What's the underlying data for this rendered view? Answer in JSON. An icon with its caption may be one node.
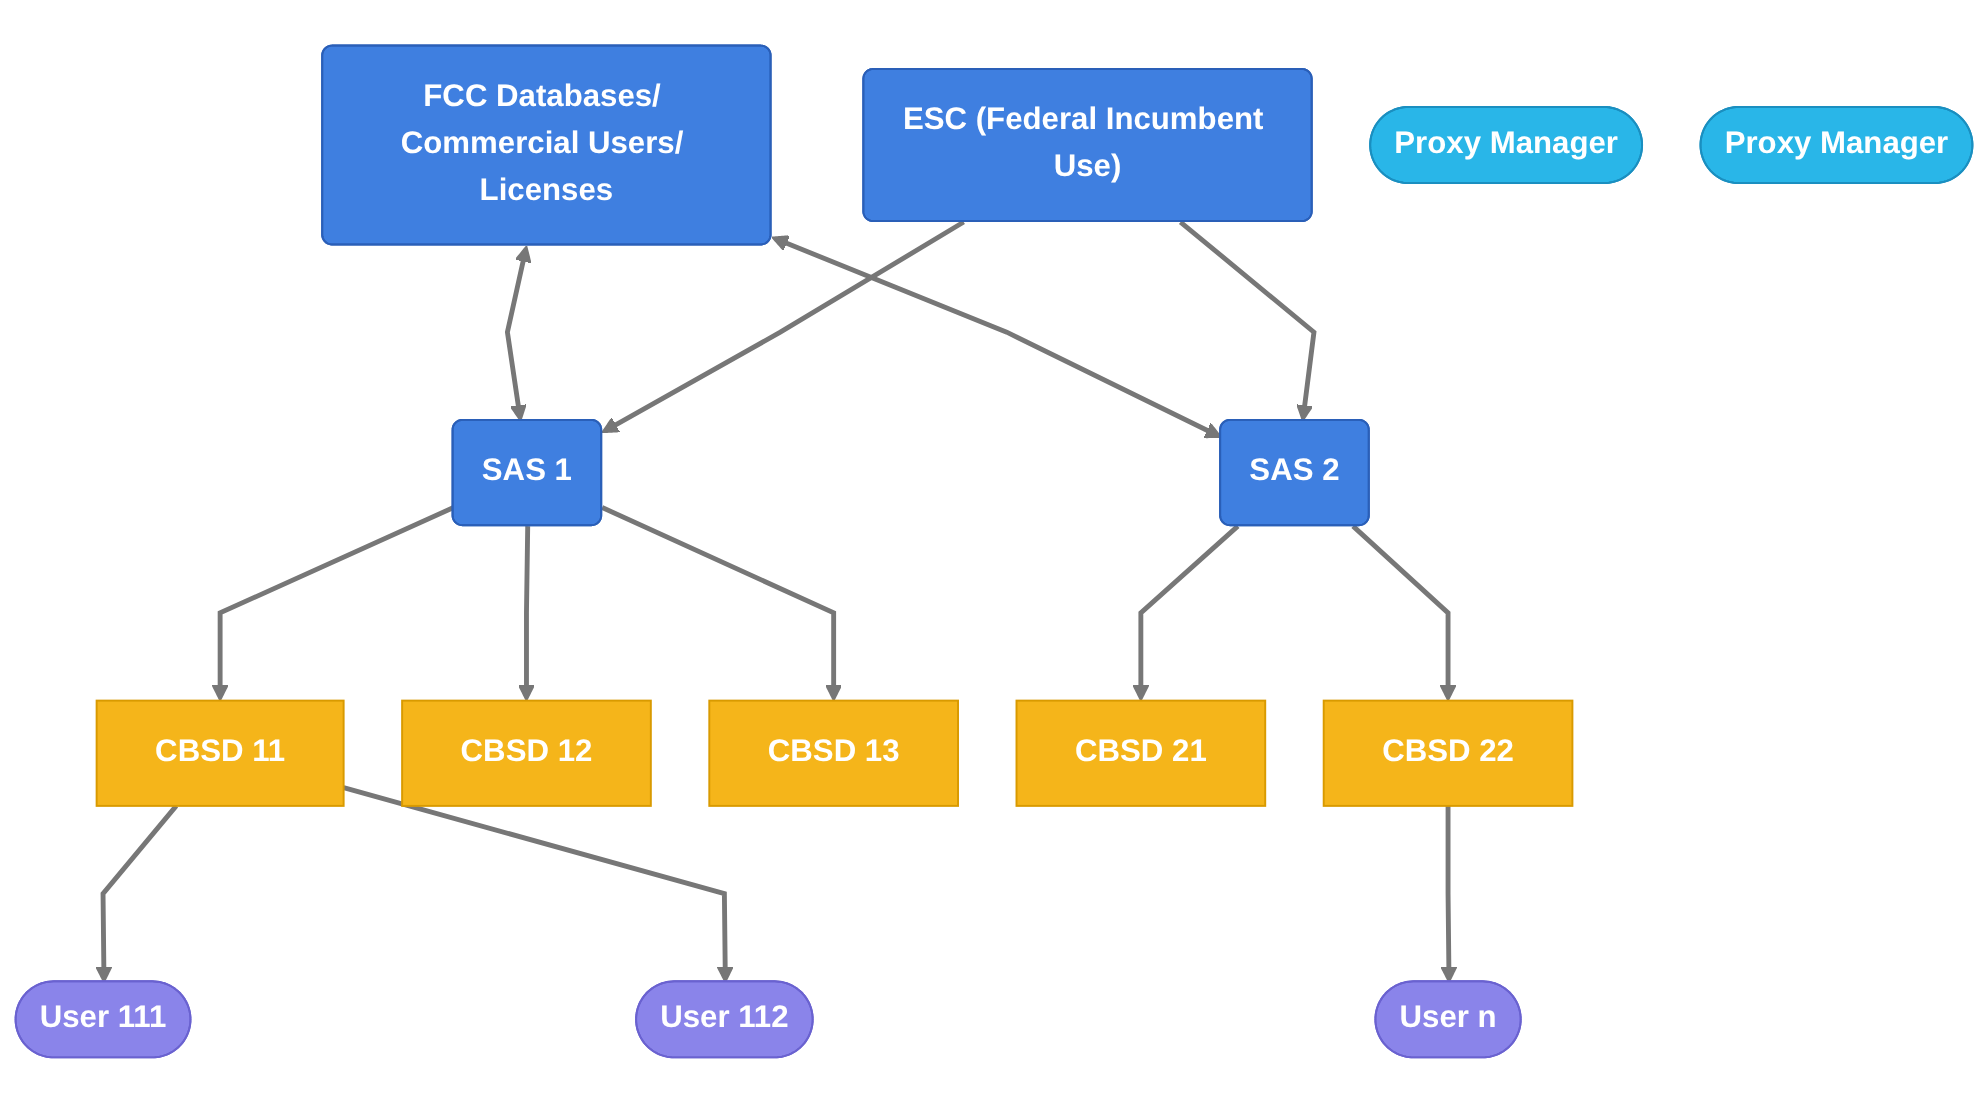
{
  "diagram": {
    "nodes": [
      {
        "text": [
          "FCC Databases/ Commercial Users/ Licenses"
        ]
      },
      {
        "text": [
          "ESC (Federal Incumbent Use)"
        ]
      },
      {
        "text": [
          "SAS 1"
        ]
      },
      {
        "text": [
          "SAS 2"
        ]
      },
      {
        "text": [
          "Proxy Manager"
        ]
      },
      {
        "text": [
          "Proxy Manager"
        ]
      },
      {
        "text": [
          "CBSD 11"
        ]
      },
      {
        "text": [
          "CBSD 12"
        ]
      },
      {
        "text": [
          "CBSD 13"
        ]
      },
      {
        "text": [
          "CBSD 21"
        ]
      },
      {
        "text": [
          "CBSD 22"
        ]
      },
      {
        "text": [
          "User 111"
        ]
      },
      {
        "text": [
          "User 112"
        ]
      },
      {
        "text": [
          "User n"
        ]
      }
    ],
    "edges": [
      {
        "from": 0,
        "to": 2,
        "arrow": "both"
      },
      {
        "from": 0,
        "to": 3,
        "arrow": "both"
      },
      {
        "from": 1,
        "to": 2,
        "arrow": "to"
      },
      {
        "from": 1,
        "to": 3,
        "arrow": "to"
      },
      {
        "from": 2,
        "to": 6,
        "arrow": "to"
      },
      {
        "from": 2,
        "to": 7,
        "arrow": "to"
      },
      {
        "from": 2,
        "to": 8,
        "arrow": "to"
      },
      {
        "from": 3,
        "to": 9,
        "arrow": "to"
      },
      {
        "from": 3,
        "to": 10,
        "arrow": "to"
      },
      {
        "from": 6,
        "to": 11,
        "arrow": "to"
      },
      {
        "from": 6,
        "to": 12,
        "arrow": "to"
      },
      {
        "from": 10,
        "to": 13,
        "arrow": "to"
      }
    ]
  }
}
